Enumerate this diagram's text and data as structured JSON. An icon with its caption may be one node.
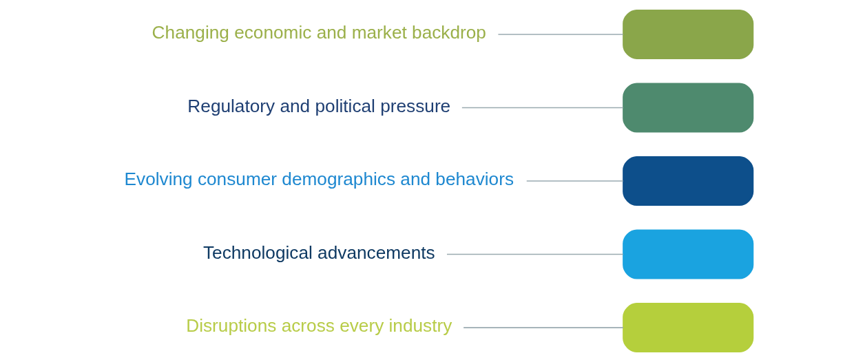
{
  "diagram": {
    "nodes": [
      {
        "text": [
          "Changing economic and market backdrop"
        ]
      },
      {
        "text": [
          "Regulatory and political pressure"
        ]
      },
      {
        "text": [
          "Evolving consumer demographics and behaviors"
        ]
      },
      {
        "text": [
          "Technological advancements"
        ]
      },
      {
        "text": [
          "Disruptions across every industry"
        ]
      },
      {
        "text": [],
        "shape": "band"
      },
      {
        "text": [],
        "shape": "band"
      },
      {
        "text": [],
        "shape": "band"
      },
      {
        "text": [],
        "shape": "band"
      },
      {
        "text": [],
        "shape": "band"
      }
    ],
    "edges": [
      {
        "from": 0,
        "to": 5,
        "arrow": "none"
      },
      {
        "from": 1,
        "to": 6,
        "arrow": "none"
      },
      {
        "from": 2,
        "to": 7,
        "arrow": "none"
      },
      {
        "from": 3,
        "to": 8,
        "arrow": "none"
      },
      {
        "from": 4,
        "to": 9,
        "arrow": "none"
      }
    ]
  }
}
